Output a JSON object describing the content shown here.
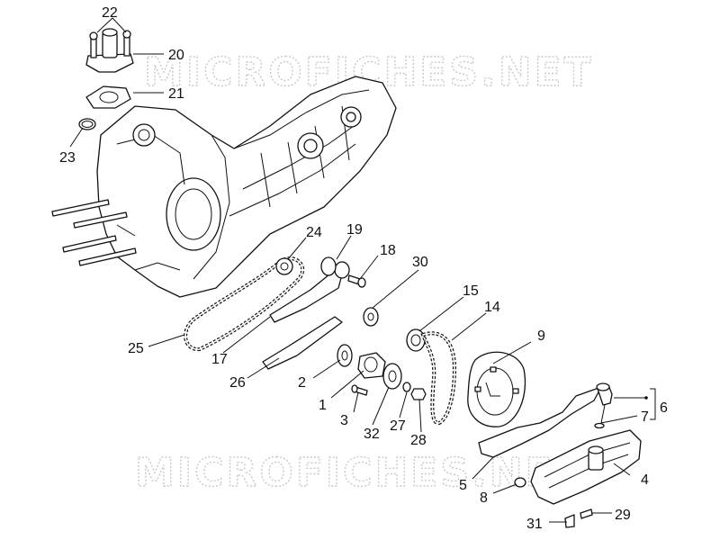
{
  "watermark": {
    "top": "MICROFICHES.NET",
    "bottom": "MICROFICHES.NET"
  },
  "callouts": {
    "c1": "1",
    "c2": "2",
    "c3": "3",
    "c4": "4",
    "c5": "5",
    "c6": "6",
    "c7": "7",
    "c8": "8",
    "c9": "9",
    "c14": "14",
    "c15": "15",
    "c17": "17",
    "c18": "18",
    "c19": "19",
    "c20": "20",
    "c21": "21",
    "c22": "22",
    "c23": "23",
    "c24": "24",
    "c25": "25",
    "c26": "26",
    "c27": "27",
    "c28": "28",
    "c29": "29",
    "c30": "30",
    "c31": "31",
    "c32": "32"
  }
}
